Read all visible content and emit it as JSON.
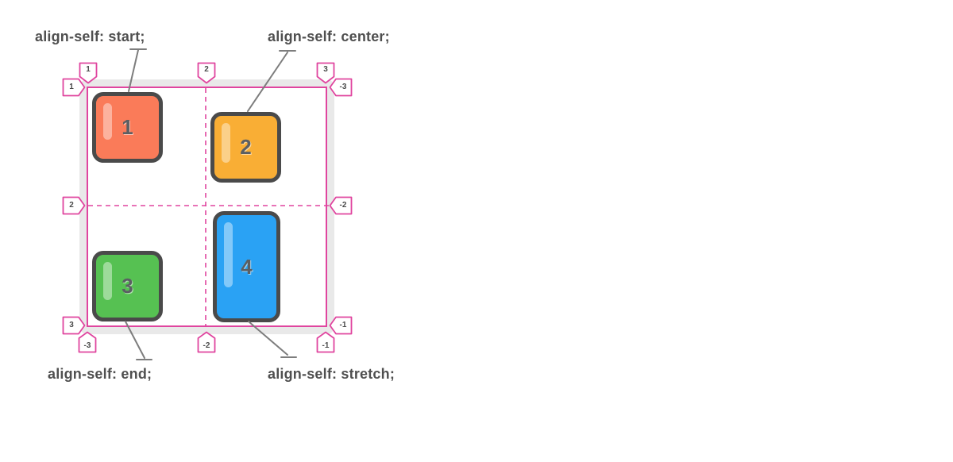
{
  "diagram": {
    "title_property": "align-self",
    "labels": {
      "start": "align-self: start;",
      "center": "align-self: center;",
      "end": "align-self: end;",
      "stretch": "align-self: stretch;"
    },
    "grid": {
      "columns": 2,
      "rows": 2,
      "line_numbers": {
        "top": [
          "1",
          "2",
          "3"
        ],
        "left": [
          "1",
          "2",
          "3"
        ],
        "right": [
          "-3",
          "-2",
          "-1"
        ],
        "bottom": [
          "-3",
          "-2",
          "-1"
        ]
      },
      "items": [
        {
          "number": "1",
          "align_self": "start",
          "fill": "#fa7b59"
        },
        {
          "number": "2",
          "align_self": "center",
          "fill": "#f9ae35"
        },
        {
          "number": "3",
          "align_self": "end",
          "fill": "#56c152"
        },
        {
          "number": "4",
          "align_self": "stretch",
          "fill": "#2aa2f4"
        }
      ]
    },
    "colors": {
      "grid_line_pink": "#e0459f",
      "track_band_gray": "#e9e9e9",
      "item_border": "#4a4a4a",
      "item_number_text": "#5b5f63",
      "label_text": "#4f4f4f",
      "leader_line": "#7d7d7d",
      "marker_background": "#ffffff",
      "marker_text": "#4a4a4a"
    }
  }
}
